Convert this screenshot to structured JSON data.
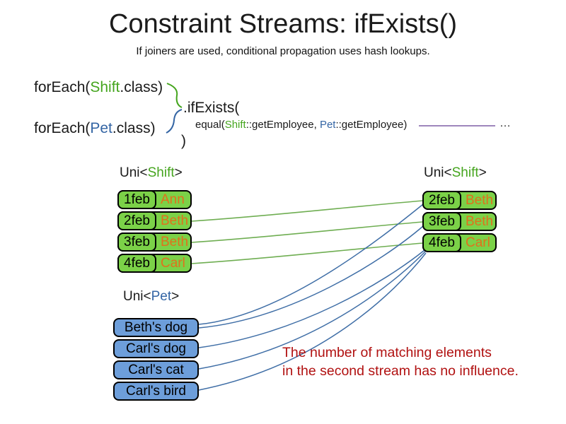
{
  "title": "Constraint Streams: ifExists()",
  "subtitle": "If joiners are used, conditional propagation uses hash lookups.",
  "code": {
    "foreach_shift": {
      "prefix": "forEach(",
      "class_name": "Shift",
      "suffix": ".class)"
    },
    "foreach_pet": {
      "prefix": "forEach(",
      "class_name": "Pet",
      "suffix": ".class)"
    },
    "if_exists": ".ifExists(",
    "equal": {
      "prefix": "equal(",
      "shift_ref": "Shift",
      "between": "::getEmployee, ",
      "pet_ref": "Pet",
      "suffix": "::getEmployee)"
    },
    "close_paren": ")",
    "ellipsis": "…"
  },
  "left_shift_table": {
    "label_prefix": "Uni<",
    "label_type": "Shift",
    "label_suffix": ">",
    "rows": [
      {
        "date": "1feb",
        "employee": "Ann"
      },
      {
        "date": "2feb",
        "employee": "Beth"
      },
      {
        "date": "3feb",
        "employee": "Beth"
      },
      {
        "date": "4feb",
        "employee": "Carl"
      }
    ]
  },
  "right_shift_table": {
    "label_prefix": "Uni<",
    "label_type": "Shift",
    "label_suffix": ">",
    "rows": [
      {
        "date": "2feb",
        "employee": "Beth"
      },
      {
        "date": "3feb",
        "employee": "Beth"
      },
      {
        "date": "4feb",
        "employee": "Carl"
      }
    ]
  },
  "pet_list": {
    "label_prefix": "Uni<",
    "label_type": "Pet",
    "label_suffix": ">",
    "items": [
      "Beth's dog",
      "Carl's dog",
      "Carl's cat",
      "Carl's bird"
    ]
  },
  "note": {
    "line1": "The number of matching elements",
    "line2": "in the second stream has no influence."
  },
  "connections": {
    "shift_matches": [
      {
        "from": "2feb Beth",
        "to": "2feb Beth"
      },
      {
        "from": "3feb Beth",
        "to": "3feb Beth"
      },
      {
        "from": "4feb Carl",
        "to": "4feb Carl"
      }
    ],
    "pet_matches": [
      {
        "from": "Beth's dog",
        "to": "2feb Beth"
      },
      {
        "from": "Beth's dog",
        "to": "3feb Beth"
      },
      {
        "from": "Carl's dog",
        "to": "4feb Carl"
      },
      {
        "from": "Carl's cat",
        "to": "4feb Carl"
      },
      {
        "from": "Carl's bird",
        "to": "4feb Carl"
      }
    ]
  },
  "colors": {
    "shift_green_text": "#45a51e",
    "pet_blue_text": "#3465a4",
    "employee_orange_text": "#e0711c",
    "shift_box_fill": "#7bd148",
    "pet_box_fill": "#6d9eda",
    "shift_match_line": "#6fae52",
    "pet_match_line": "#3f6ea6",
    "joiner_line": "#7e5fa5",
    "note_red": "#b11111"
  }
}
